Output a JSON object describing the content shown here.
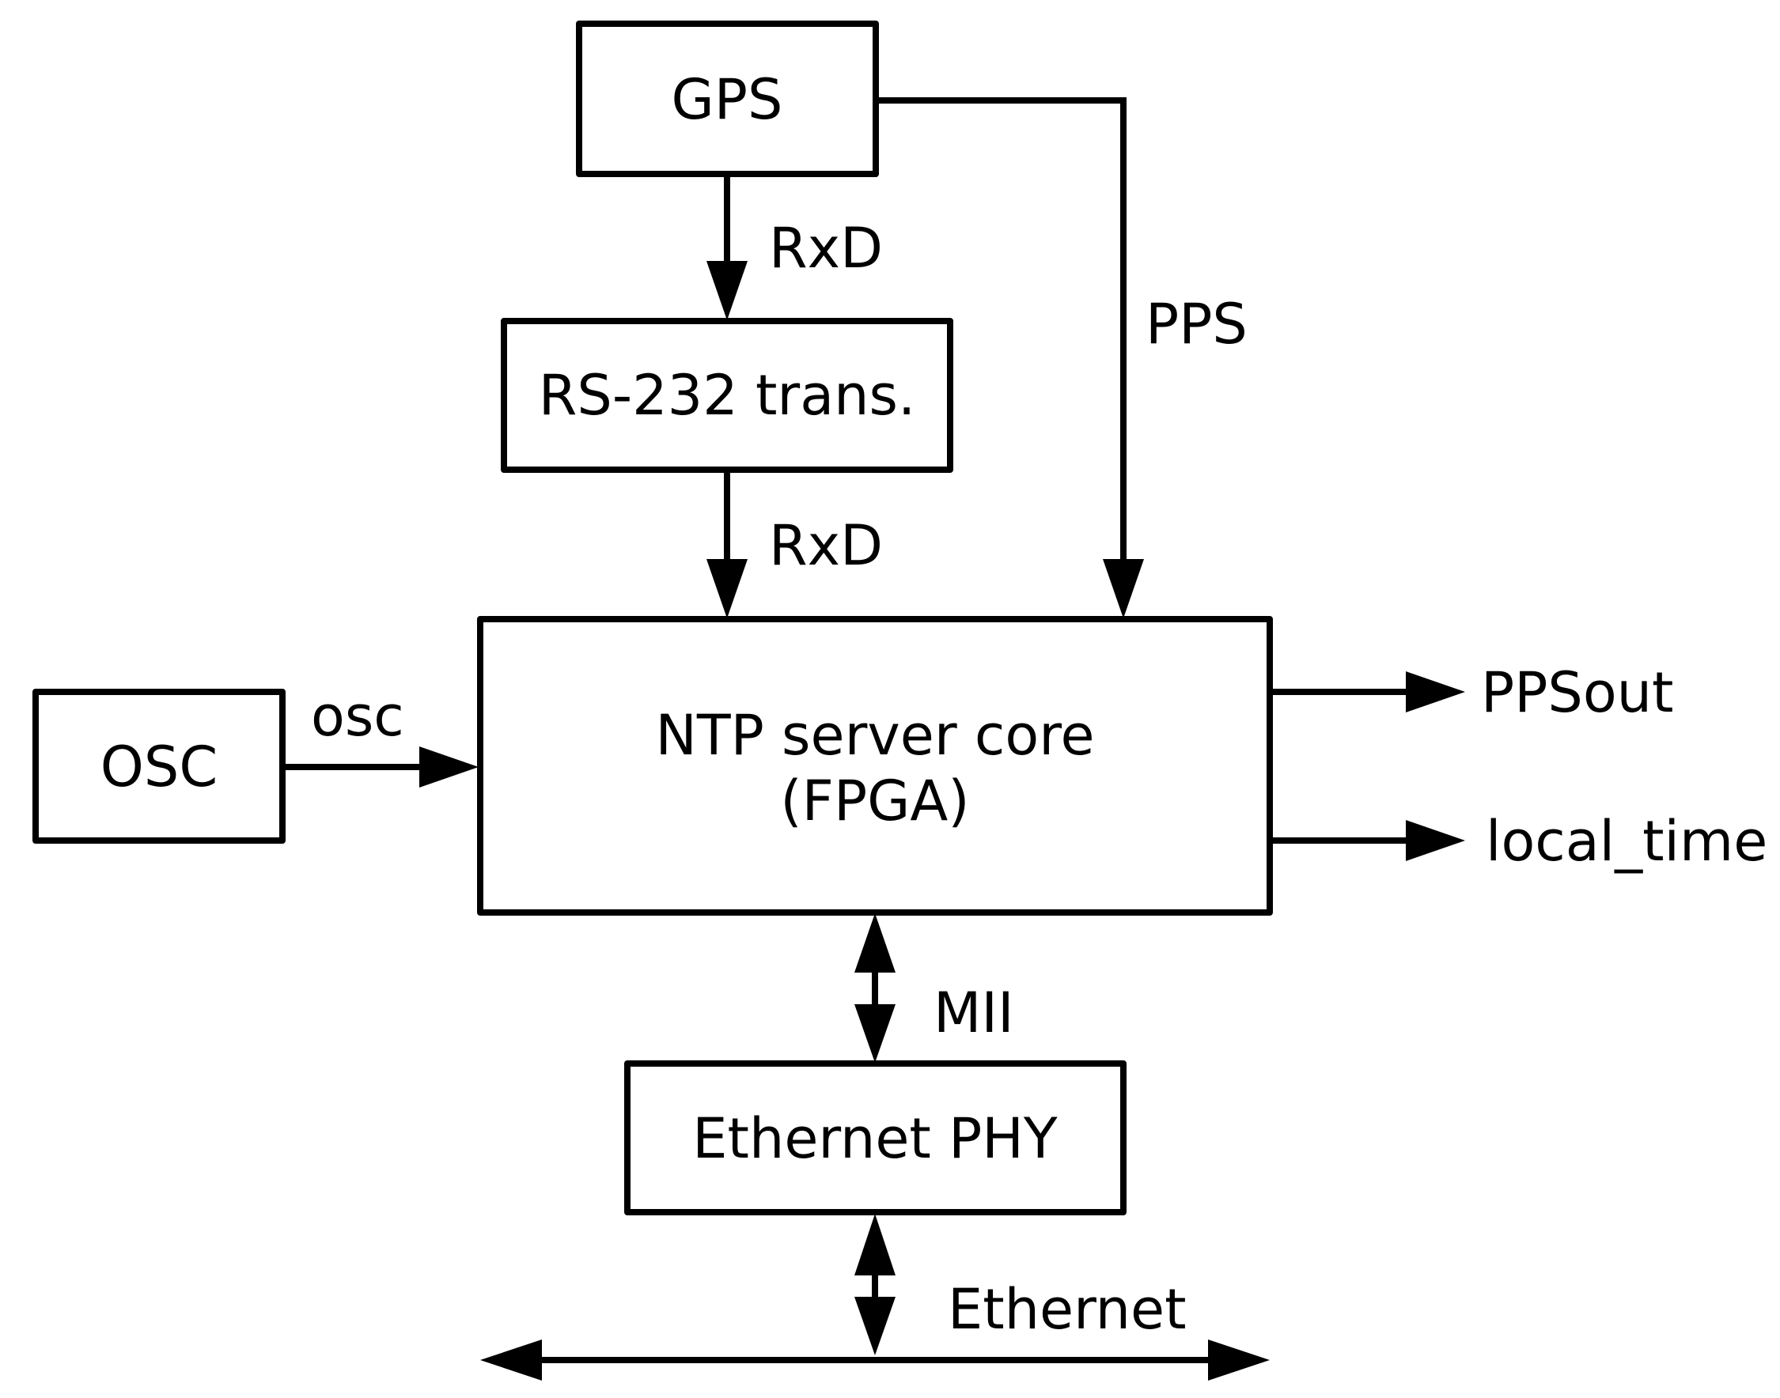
{
  "colors": {
    "stroke": "#000000",
    "background": "#ffffff"
  },
  "blocks": {
    "gps": {
      "label": "GPS"
    },
    "rs232": {
      "label": "RS-232 trans."
    },
    "ntp_core": {
      "line1": "NTP server core",
      "line2": "(FPGA)"
    },
    "osc": {
      "label": "OSC"
    },
    "eth_phy": {
      "label": "Ethernet PHY"
    }
  },
  "signals": {
    "gps_rxd": "RxD",
    "rs232_rxd": "RxD",
    "pps": "PPS",
    "osc": "osc",
    "ppsout": "PPSout",
    "local_time": "local_time",
    "mii": "MII",
    "ethernet": "Ethernet"
  }
}
